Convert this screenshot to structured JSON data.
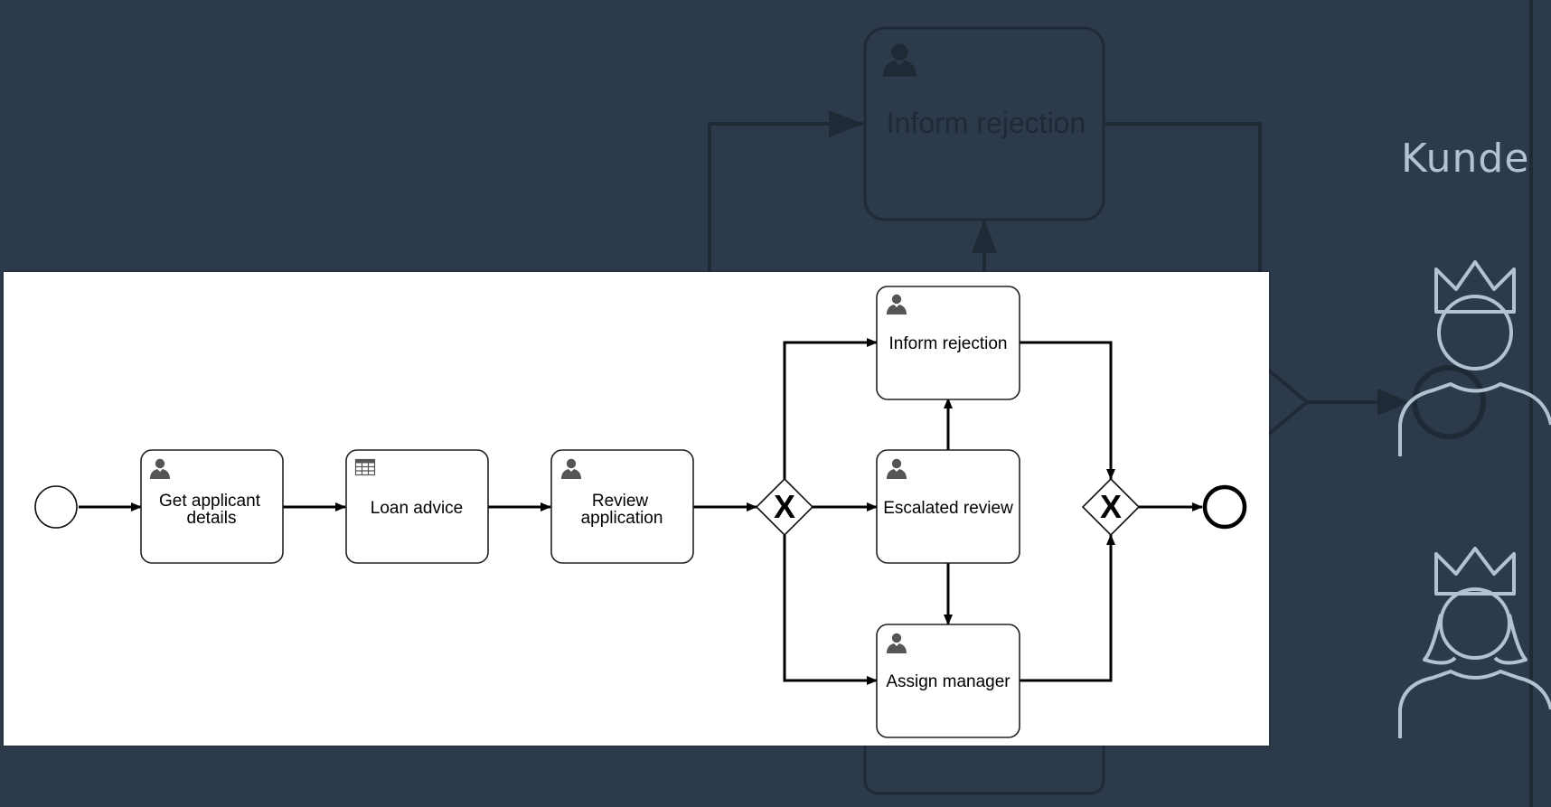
{
  "background": {
    "role_label": "Kunde",
    "bg_task_label": "Inform rejection",
    "colors": {
      "background": "#2d3a4b",
      "outline": "#1f2a37",
      "figure": "#b3c2d1"
    }
  },
  "diagram": {
    "tasks": {
      "get_applicant": {
        "lines": [
          "Get applicant",
          "details"
        ],
        "icon": "user-icon"
      },
      "loan_advice": {
        "lines": [
          "Loan advice"
        ],
        "icon": "table-icon"
      },
      "review_application": {
        "lines": [
          "Review",
          "application"
        ],
        "icon": "user-icon"
      },
      "inform_rejection": {
        "lines": [
          "Inform rejection"
        ],
        "icon": "user-icon"
      },
      "escalated_review": {
        "lines": [
          "Escalated review"
        ],
        "icon": "user-icon"
      },
      "assign_manager": {
        "lines": [
          "Assign manager"
        ],
        "icon": "user-icon"
      }
    },
    "gateway_symbol": "X",
    "events": [
      "start-event",
      "end-event"
    ]
  }
}
